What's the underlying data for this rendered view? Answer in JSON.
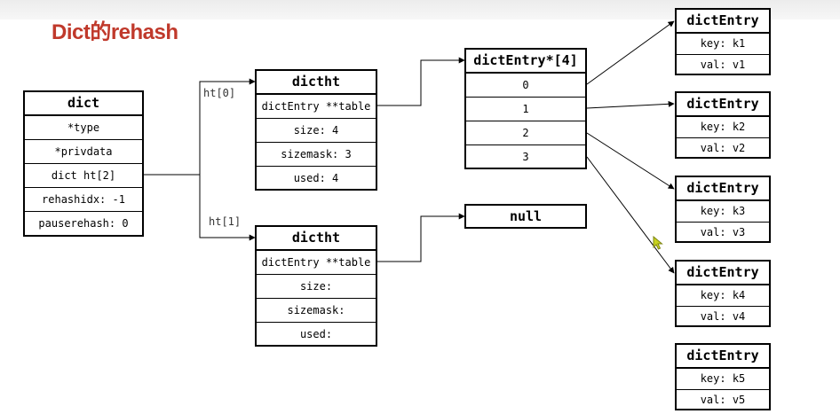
{
  "title": "Dict的rehash",
  "dict": {
    "header": "dict",
    "rows": [
      "*type",
      "*privdata",
      "dict ht[2]",
      "rehashidx: -1",
      "pauserehash: 0"
    ]
  },
  "links": {
    "ht0": "ht[0]",
    "ht1": "ht[1]"
  },
  "dictht0": {
    "header": "dictht",
    "rows": [
      "dictEntry **table",
      "size: 4",
      "sizemask: 3",
      "used: 4"
    ]
  },
  "dictht1": {
    "header": "dictht",
    "rows": [
      "dictEntry **table",
      "size:",
      "sizemask:",
      "used:"
    ]
  },
  "array": {
    "header": "dictEntry*[4]",
    "rows": [
      "0",
      "1",
      "2",
      "3"
    ]
  },
  "null_label": "null",
  "entries": [
    {
      "header": "dictEntry",
      "key": "key: k1",
      "val": "val: v1"
    },
    {
      "header": "dictEntry",
      "key": "key: k2",
      "val": "val: v2"
    },
    {
      "header": "dictEntry",
      "key": "key: k3",
      "val": "val: v3"
    },
    {
      "header": "dictEntry",
      "key": "key: k4",
      "val": "val: v4"
    },
    {
      "header": "dictEntry",
      "key": "key: k5",
      "val": "val: v5"
    }
  ],
  "colors": {
    "title": "#c0392b",
    "cursor": "#9aa31a"
  }
}
